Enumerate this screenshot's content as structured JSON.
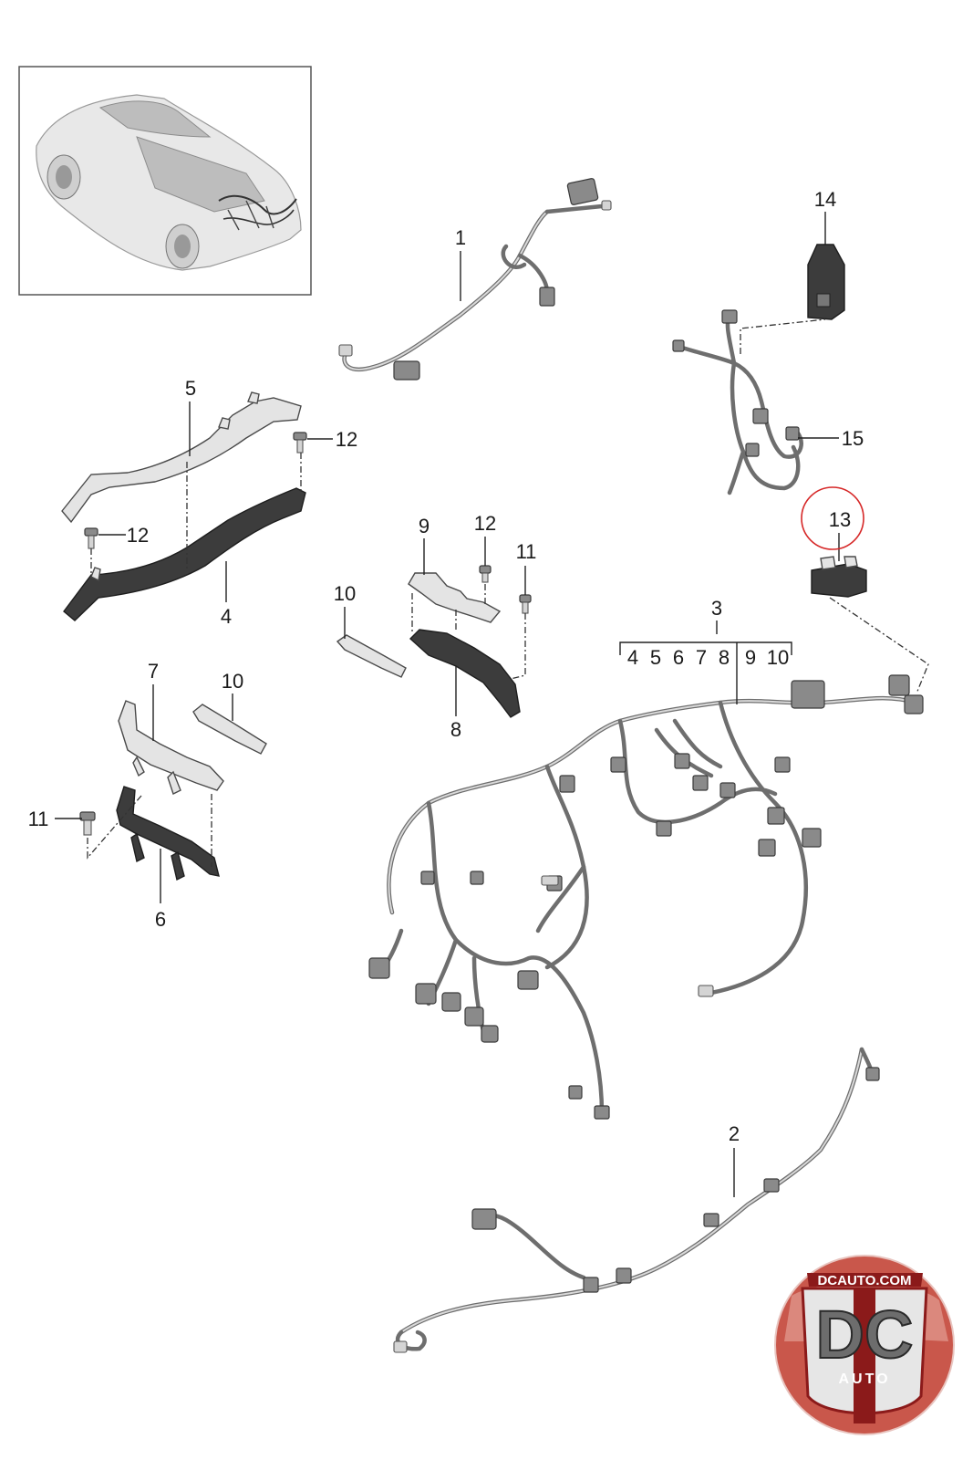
{
  "callouts": [
    {
      "id": "1",
      "label": "1"
    },
    {
      "id": "2",
      "label": "2"
    },
    {
      "id": "3",
      "label": "3"
    },
    {
      "id": "4",
      "label": "4"
    },
    {
      "id": "5",
      "label": "5"
    },
    {
      "id": "6",
      "label": "6"
    },
    {
      "id": "7",
      "label": "7"
    },
    {
      "id": "8",
      "label": "8"
    },
    {
      "id": "9",
      "label": "9"
    },
    {
      "id": "10",
      "label": "10"
    },
    {
      "id": "10b",
      "label": "10"
    },
    {
      "id": "11",
      "label": "11"
    },
    {
      "id": "11b",
      "label": "11"
    },
    {
      "id": "12",
      "label": "12"
    },
    {
      "id": "12b",
      "label": "12"
    },
    {
      "id": "12c",
      "label": "12"
    },
    {
      "id": "13",
      "label": "13"
    },
    {
      "id": "14",
      "label": "14"
    },
    {
      "id": "15",
      "label": "15"
    }
  ],
  "group_3_members": [
    "4",
    "5",
    "6",
    "7",
    "8",
    "9",
    "10"
  ],
  "highlight": {
    "callout": "13",
    "color": "#d62828"
  },
  "logo": {
    "top_text": "DCAUTO.COM",
    "monogram": "DC",
    "bottom_text": "AUTO",
    "ring_color": "#c0392b",
    "shield_color": "#8b1a1a"
  }
}
